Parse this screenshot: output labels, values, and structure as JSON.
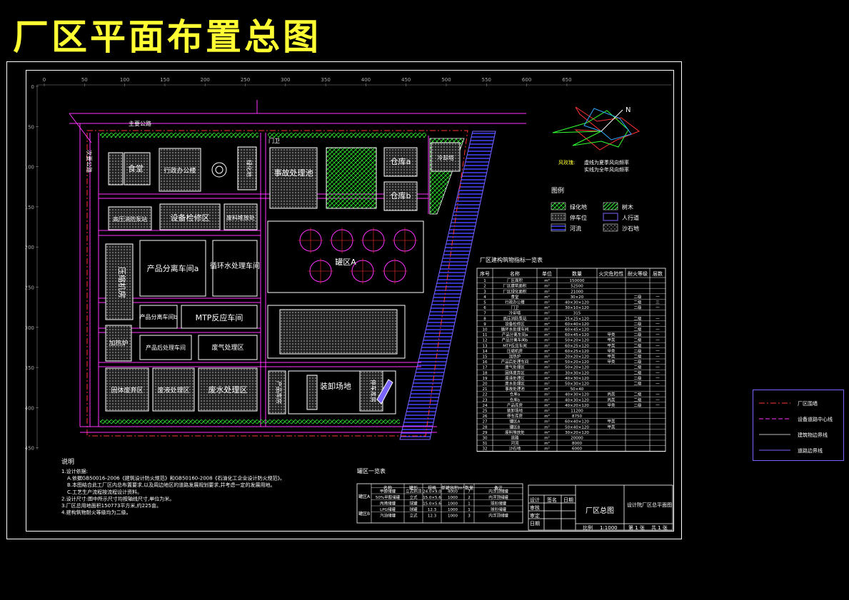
{
  "title": "厂区平面布置总图",
  "axis": {
    "top_ticks": [
      "0",
      "50",
      "100",
      "150",
      "200",
      "250",
      "300",
      "350",
      "400",
      "450",
      "500",
      "550",
      "600",
      "650"
    ],
    "left_ticks": [
      "0",
      "50",
      "100",
      "150",
      "200",
      "250",
      "300",
      "350",
      "400",
      "450"
    ]
  },
  "roads": {
    "main": "主要公路",
    "secondary": "次要公路"
  },
  "gate": "门卫",
  "buildings": {
    "canteen": "食堂",
    "office": "行政办公楼",
    "accident_pool": "事故处理池",
    "storage_a": "仓库a",
    "storage_b": "仓库b",
    "cooling": "冷却塔",
    "hv_pump": "高压消防泵站",
    "maintenance": "设备检修区",
    "product_sep_a": "产品分离车间a",
    "circ_water": "循环水处理车间",
    "compressor": "压缩机房",
    "tank_area": "罐区A",
    "product_sep_b": "产品分离车间b",
    "mtp": "MTP反应车间",
    "heating": "加热炉",
    "product_post": "产品后处理车间",
    "waste_gas": "废气处理区",
    "solid_waste": "固体废弃区",
    "waste_liquid": "废液处理区",
    "wastewater": "废水处理区",
    "product_warehouse": "产品库房",
    "loading_yard": "装卸场地",
    "parking": "停车库房",
    "green_a": "绿化地",
    "waste_place": "废料堆放处"
  },
  "compass": {
    "north": "N",
    "note1": "风玫瑰:",
    "note2": "虚线为夏季风向频率",
    "note3": "实线为全年风向频率"
  },
  "legend": {
    "title": "图例",
    "items": [
      "绿化地",
      "树木",
      "停车位",
      "人行道",
      "河流",
      "沙石地"
    ]
  },
  "build_table": {
    "title": "厂区建构筑物指标一览表",
    "headers": [
      "序号",
      "名称",
      "单位",
      "数量",
      "火灾危险性",
      "耐火等级",
      "层数"
    ],
    "rows": [
      [
        "1",
        "厂区面积",
        "m²",
        "150000",
        "",
        "",
        ""
      ],
      [
        "2",
        "厂区建筑面积",
        "m²",
        "52500",
        "",
        "",
        ""
      ],
      [
        "3",
        "厂区绿化面积",
        "m²",
        "21000",
        "",
        "",
        ""
      ],
      [
        "4",
        "食堂",
        "m²",
        "30×20",
        "",
        "二级",
        "一"
      ],
      [
        "5",
        "行政办公楼",
        "m²",
        "40×30×120",
        "",
        "二级",
        "三"
      ],
      [
        "6",
        "门卫",
        "m²",
        "30×10×120",
        "",
        "二级",
        "一"
      ],
      [
        "7",
        "冷却塔",
        "m²",
        "315",
        "",
        "",
        ""
      ],
      [
        "8",
        "高压消防泵站",
        "m²",
        "25×25×120",
        "",
        "二级",
        "一"
      ],
      [
        "9",
        "设备检修区",
        "m²",
        "60×40×120",
        "",
        "二级",
        "一"
      ],
      [
        "10",
        "循环水处理车间",
        "m²",
        "60×45×120",
        "",
        "二级",
        "一"
      ],
      [
        "11",
        "产品分离车间a",
        "m²",
        "60×45×120",
        "甲类",
        "二级",
        "一"
      ],
      [
        "12",
        "产品分离车间b",
        "m²",
        "50×20×120",
        "甲类",
        "二级",
        "一"
      ],
      [
        "13",
        "MTP反应车间",
        "m²",
        "60×25×120",
        "甲类",
        "二级",
        "一"
      ],
      [
        "14",
        "压缩机房",
        "m²",
        "60×25×120",
        "甲类",
        "二级",
        "一"
      ],
      [
        "15",
        "加热炉",
        "m²",
        "20×20×120",
        "甲类",
        "二级",
        "一"
      ],
      [
        "16",
        "产品后处理车间",
        "m²",
        "50×20×120",
        "甲类",
        "二级",
        "一"
      ],
      [
        "17",
        "废气处理区",
        "m²",
        "50×20×120",
        "",
        "二级",
        "一"
      ],
      [
        "18",
        "固体废弃区",
        "m²",
        "30×30×120",
        "",
        "二级",
        "一"
      ],
      [
        "19",
        "废液处理区",
        "m²",
        "40×30×120",
        "",
        "二级",
        "一"
      ],
      [
        "20",
        "废水处理区",
        "m²",
        "50×30×120",
        "",
        "二级",
        "一"
      ],
      [
        "21",
        "事故处理池",
        "m²",
        "50×40",
        "",
        "",
        ""
      ],
      [
        "22",
        "仓库a",
        "m²",
        "40×30×120",
        "丙类",
        "二级",
        "一"
      ],
      [
        "23",
        "仓库b",
        "m²",
        "40×30×120",
        "丙类",
        "二级",
        "一"
      ],
      [
        "24",
        "产品库房",
        "m²",
        "40×20×120",
        "甲类",
        "二级",
        "一"
      ],
      [
        "25",
        "装卸场地",
        "m²",
        "11200",
        "",
        "",
        ""
      ],
      [
        "26",
        "停车库房",
        "m²",
        "8750",
        "",
        "",
        ""
      ],
      [
        "27",
        "罐区A",
        "m²",
        "60×40×120",
        "甲类",
        "",
        ""
      ],
      [
        "28",
        "罐区B",
        "m²",
        "50×40×120",
        "甲类",
        "",
        ""
      ],
      [
        "29",
        "废料堆放处",
        "m²",
        "30×20×120",
        "",
        "",
        ""
      ],
      [
        "30",
        "道路",
        "m²",
        "20000",
        "",
        "",
        ""
      ],
      [
        "31",
        "河流",
        "m²",
        "8000",
        "",
        "",
        ""
      ],
      [
        "32",
        "沙石地",
        "m²",
        "6000",
        "",
        "",
        ""
      ]
    ]
  },
  "tank_table": {
    "title": "罐区一览表",
    "headers": [
      "名称",
      "罐形",
      "规格",
      "单罐容积m³",
      "数量",
      "备注"
    ],
    "group_a": "罐区A",
    "group_b": "罐区B",
    "rows": [
      [
        "甲醇储罐",
        "立式拱顶",
        "24.0×9.0",
        "4000",
        "7",
        "内浮顶储罐"
      ],
      [
        "50%甲醇储罐",
        "立式",
        "15.0×5.6",
        "1000",
        "2",
        "内浮顶储罐"
      ],
      [
        "丙烯储罐",
        "球罐",
        "15.0×5.6",
        "1000",
        "1",
        "球形储罐"
      ],
      [
        "LPG储罐",
        "球罐",
        "12.3",
        "1000",
        "1",
        "球形储罐"
      ],
      [
        "汽油储罐",
        "立式",
        "12.3",
        "1000",
        "3",
        "内浮顶储罐"
      ]
    ]
  },
  "notes": {
    "heading": "说明",
    "lines": [
      "1.设计依据:",
      "A.依据GB50016-2006《建筑设计防火规范》和GB50160-2008《石油化工企业设计防火规范》。",
      "B.本图结合此工厂区内总布置要求,以及周边地区的道路发展规划要求,并考虑一定的发展用地。",
      "C.工艺生产流程按流程设计资料。",
      "2.设计尺寸:图中所示尺寸均按轴线尺寸,单位为米。",
      "3.厂区总用地面积150773平方米,约225亩。",
      "4.建构筑物耐火等级均为二级。"
    ]
  },
  "title_block": {
    "drawing_name": "厂区总图",
    "sign_labels": [
      "设计",
      "审核",
      "审定",
      "日期"
    ],
    "col_labels": [
      "签名",
      "日期"
    ],
    "scale_label": "比例",
    "scale": "1:1000",
    "sheet": "第 1 张",
    "total": "共 1 张",
    "org": "设计院厂区总平面图"
  },
  "legend2": {
    "items": [
      "厂区围墙",
      "设备道路中心线",
      "建筑物边界线",
      "道路边界线"
    ],
    "colors": [
      "#ff3333",
      "#ff33ff",
      "#bbbbbb",
      "#7a66ff"
    ]
  },
  "colors": {
    "title": "#ffff33",
    "road": "#ff33ff",
    "building": "#ffffff",
    "green": "#33ff33",
    "river": "#4444ff",
    "frame": "#ffffff"
  }
}
